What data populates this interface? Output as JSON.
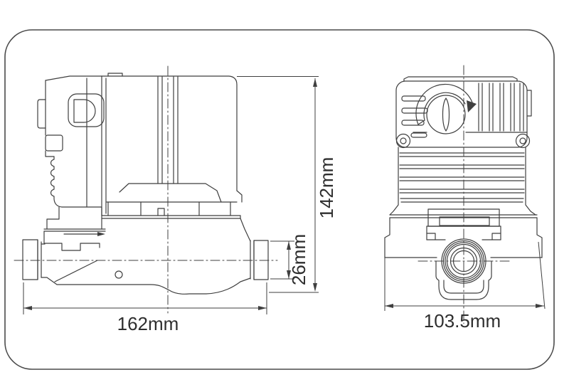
{
  "page": {
    "background": "#ffffff",
    "frame_color": "#4a4a4a",
    "line_color": "#3f3f3f",
    "text_color": "#2e2e2e"
  },
  "drawing": {
    "type": "technical-dimension-drawing",
    "subject": "circulation pump, two orthographic views",
    "views": {
      "side": {
        "name": "pump side view"
      },
      "front": {
        "name": "pump front view"
      }
    },
    "dimensions": {
      "height": {
        "label": "142mm",
        "orientation": "vertical"
      },
      "port": {
        "label": "26mm",
        "orientation": "vertical"
      },
      "length": {
        "label": "162mm",
        "orientation": "horizontal"
      },
      "width": {
        "label": "103.5mm",
        "orientation": "horizontal"
      }
    }
  }
}
